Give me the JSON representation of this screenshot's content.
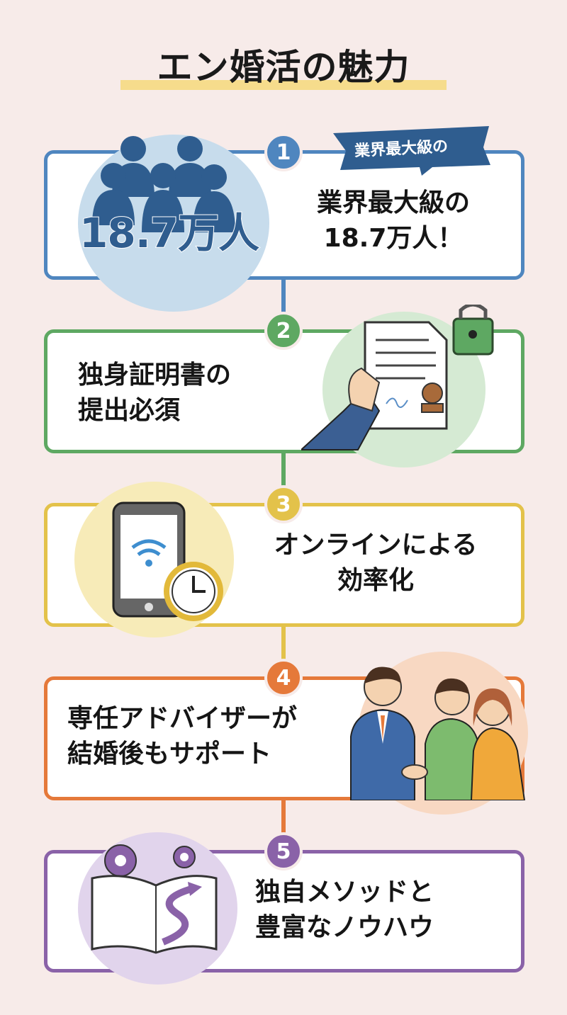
{
  "title": "エン婚活の魅力",
  "colors": {
    "background": "#f7ebe9",
    "blue": "#4f86bf",
    "green": "#5ea862",
    "yellow": "#e3c24a",
    "orange": "#e5793a",
    "purple": "#8a62a8"
  },
  "items": [
    {
      "number": "1",
      "ribbon": "業界最大級の",
      "big_number": "18.7万人",
      "line1": "業界最大級の",
      "line2": "18.7万人！",
      "icon": "people-group-icon"
    },
    {
      "number": "2",
      "line1": "独身証明書の",
      "line2": "提出必須",
      "icon": "certificate-lock-icon"
    },
    {
      "number": "3",
      "line1": "オンラインによる",
      "line2": "効率化",
      "icon": "smartphone-clock-icon"
    },
    {
      "number": "4",
      "line1": "専任アドバイザーが",
      "line2": "結婚後もサポート",
      "icon": "advisor-couple-icon"
    },
    {
      "number": "5",
      "line1": "独自メソッドと",
      "line2": "豊富なノウハウ",
      "icon": "book-gears-icon"
    }
  ]
}
